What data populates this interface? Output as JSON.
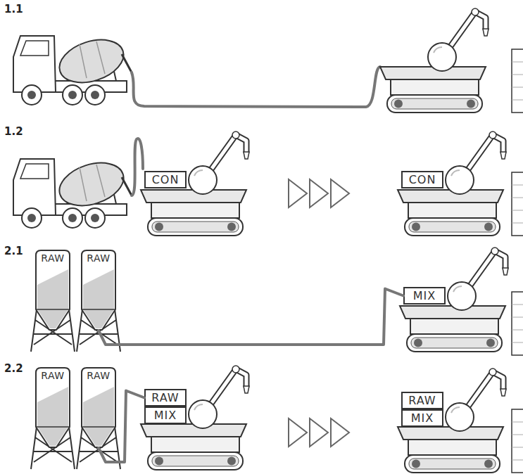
{
  "diagram": {
    "nodes": [
      {
        "text": [
          "CON"
        ]
      },
      {
        "text": [
          "CON"
        ]
      },
      {
        "text": [
          "RAW"
        ]
      },
      {
        "text": [
          "RAW"
        ]
      },
      {
        "text": [
          "MIX"
        ]
      },
      {
        "text": [
          "RAW"
        ]
      },
      {
        "text": [
          "RAW"
        ]
      },
      {
        "text": [
          "RAW"
        ]
      },
      {
        "text": [
          "MIX"
        ]
      },
      {
        "text": [
          "RAW"
        ]
      },
      {
        "text": [
          "MIX"
        ]
      }
    ],
    "edges": [
      {
        "from": 3,
        "to": 4,
        "arrow": "none"
      },
      {
        "from": 6,
        "to": 7,
        "arrow": "none"
      }
    ],
    "labels": [
      "1.1",
      "1.2",
      "2.1",
      "2.2"
    ]
  }
}
